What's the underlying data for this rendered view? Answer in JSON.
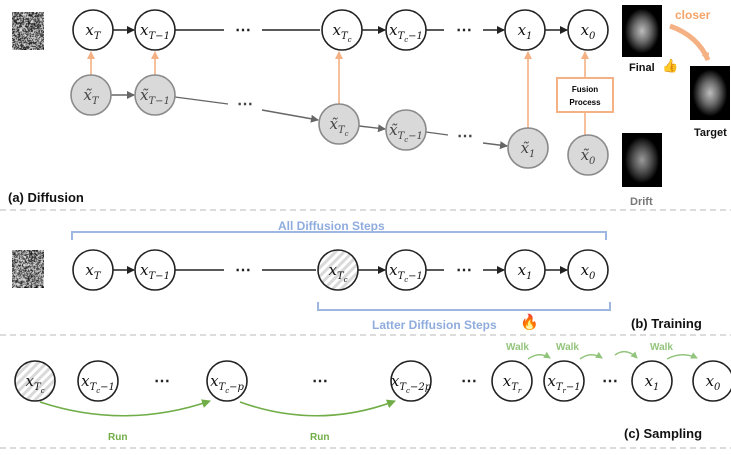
{
  "sections": {
    "diffusion": "(a) Diffusion",
    "training": "(b) Training",
    "sampling": "(c) Sampling"
  },
  "fusion_box": {
    "line1": "Fusion",
    "line2": "Process"
  },
  "side_images": {
    "final": "Final",
    "target": "Target",
    "drift": "Drift",
    "closer": "closer"
  },
  "bands": {
    "all_steps": "All Diffusion Steps",
    "latter_steps": "Latter Diffusion Steps"
  },
  "sampling_labels": {
    "run": "Run",
    "walk": "Walk"
  },
  "ellipsis": "⋯",
  "nodes": {
    "a_top": [
      {
        "base": "x",
        "sub": "T"
      },
      {
        "base": "x",
        "sub": "T−1"
      },
      {
        "base": "x",
        "sub": "T",
        "subsub": "c"
      },
      {
        "base": "x",
        "sub": "T",
        "subsub": "c",
        "rest": "−1"
      },
      {
        "base": "x",
        "sub": "1"
      },
      {
        "base": "x",
        "sub": "0"
      }
    ],
    "a_bottom": [
      {
        "base": "x̃",
        "sub": "T"
      },
      {
        "base": "x̃",
        "sub": "T−1"
      },
      {
        "base": "x̃",
        "sub": "T",
        "subsub": "c"
      },
      {
        "base": "x̃",
        "sub": "T",
        "subsub": "c",
        "rest": "−1"
      },
      {
        "base": "x̃",
        "sub": "1"
      },
      {
        "base": "x̃",
        "sub": "0"
      }
    ],
    "b": [
      {
        "base": "x",
        "sub": "T"
      },
      {
        "base": "x",
        "sub": "T−1"
      },
      {
        "base": "x",
        "sub": "T",
        "subsub": "c"
      },
      {
        "base": "x",
        "sub": "T",
        "subsub": "c",
        "rest": "−1"
      },
      {
        "base": "x",
        "sub": "1"
      },
      {
        "base": "x",
        "sub": "0"
      }
    ],
    "c": [
      {
        "base": "x",
        "sub": "T",
        "subsub": "c"
      },
      {
        "base": "x",
        "sub": "T",
        "subsub": "c",
        "rest": "−1"
      },
      {
        "base": "x",
        "sub": "T",
        "subsub": "c",
        "rest": "−p"
      },
      {
        "base": "x",
        "sub": "T",
        "subsub": "c",
        "rest": "−2p"
      },
      {
        "base": "x",
        "sub": "T",
        "subsub": "r"
      },
      {
        "base": "x",
        "sub": "T",
        "subsub": "r",
        "rest": "−1"
      },
      {
        "base": "x",
        "sub": "1"
      },
      {
        "base": "x",
        "sub": "0"
      }
    ]
  },
  "colors": {
    "orange": "#F4B183",
    "orange_text": "#F4A46A",
    "blue": "#9DB7E0",
    "blue_text": "#8FACDD",
    "green": "#70AD47",
    "green_text": "#93C47D",
    "grey_fill": "#D9D9D9",
    "dark": "#222222"
  }
}
